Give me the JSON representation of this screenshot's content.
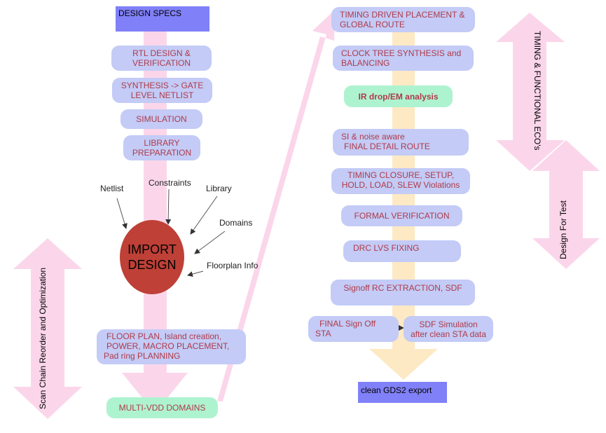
{
  "colors": {
    "box_fill": "#c3cbf6",
    "box_text": "#b03a4a",
    "header_fill": "#8080f8",
    "green_fill": "#aef3d0",
    "circle_fill": "#be4037",
    "pink_arrow": "#fbd6ea",
    "orange_arrow": "#fde9c4"
  },
  "left_flow": {
    "design_specs": "DESIGN SPECS",
    "rtl": [
      "RTL DESIGN &",
      "VERIFICATION"
    ],
    "synthesis": [
      "SYNTHESIS -> GATE",
      "LEVEL NETLIST"
    ],
    "simulation": "SIMULATION",
    "library_prep": [
      "LIBRARY",
      "PREPARATION"
    ],
    "import_design": [
      "IMPORT",
      "DESIGN"
    ],
    "inputs": {
      "netlist": "Netlist",
      "constraints": "Constraints",
      "library": "Library",
      "domains": "Domains",
      "floorplan": "Floorplan Info"
    },
    "floor_plan": [
      "FLOOR PLAN, Island creation,",
      "POWER, MACRO PLACEMENT,",
      "Pad ring PLANNING"
    ],
    "multi_vdd": "MULTI-VDD DOMAINS"
  },
  "right_flow": {
    "timing_placement": [
      "TIMING DRIVEN PLACEMENT &",
      "GLOBAL ROUTE"
    ],
    "cts": [
      "CLOCK TREE SYNTHESIS and",
      "BALANCING"
    ],
    "ir_drop": "IR drop/EM analysis",
    "si_noise": [
      "SI & noise aware",
      "FINAL DETAIL ROUTE"
    ],
    "timing_closure": [
      "TIMING CLOSURE, SETUP,",
      "HOLD, LOAD, SLEW Violations"
    ],
    "formal": "FORMAL VERIFICATION",
    "drc": "DRC LVS FIXING",
    "signoff_rc": "Signoff RC EXTRACTION, SDF",
    "final_sta": [
      "FINAL Sign Off",
      "STA"
    ],
    "sdf_sim": [
      "SDF Simulation",
      "after clean STA data"
    ],
    "gds": "clean GDS2 export"
  },
  "side_labels": {
    "scan_chain": "Scan Chain Reorder and Optimization",
    "eco": "TIMING & FUNCTIONAL ECO's",
    "dft": "Design For Test"
  }
}
